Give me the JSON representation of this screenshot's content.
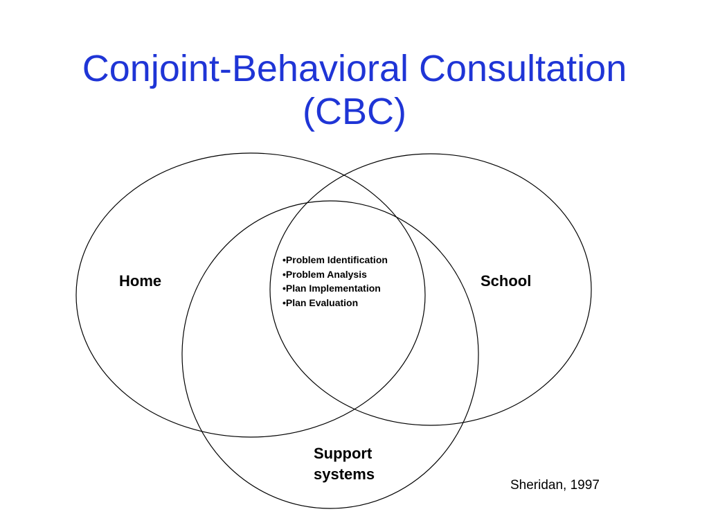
{
  "title": {
    "line1": "Conjoint-Behavioral Consultation",
    "line2": "(CBC)"
  },
  "diagram": {
    "circles": {
      "home": "Home",
      "school": "School",
      "support_line1": "Support",
      "support_line2": "systems"
    },
    "steps": [
      "Problem Identification",
      "Problem Analysis",
      "Plan Implementation",
      "Plan Evaluation"
    ]
  },
  "citation": "Sheridan, 1997",
  "colors": {
    "title": "#1f35d6",
    "stroke": "#000000",
    "background": "#ffffff"
  }
}
